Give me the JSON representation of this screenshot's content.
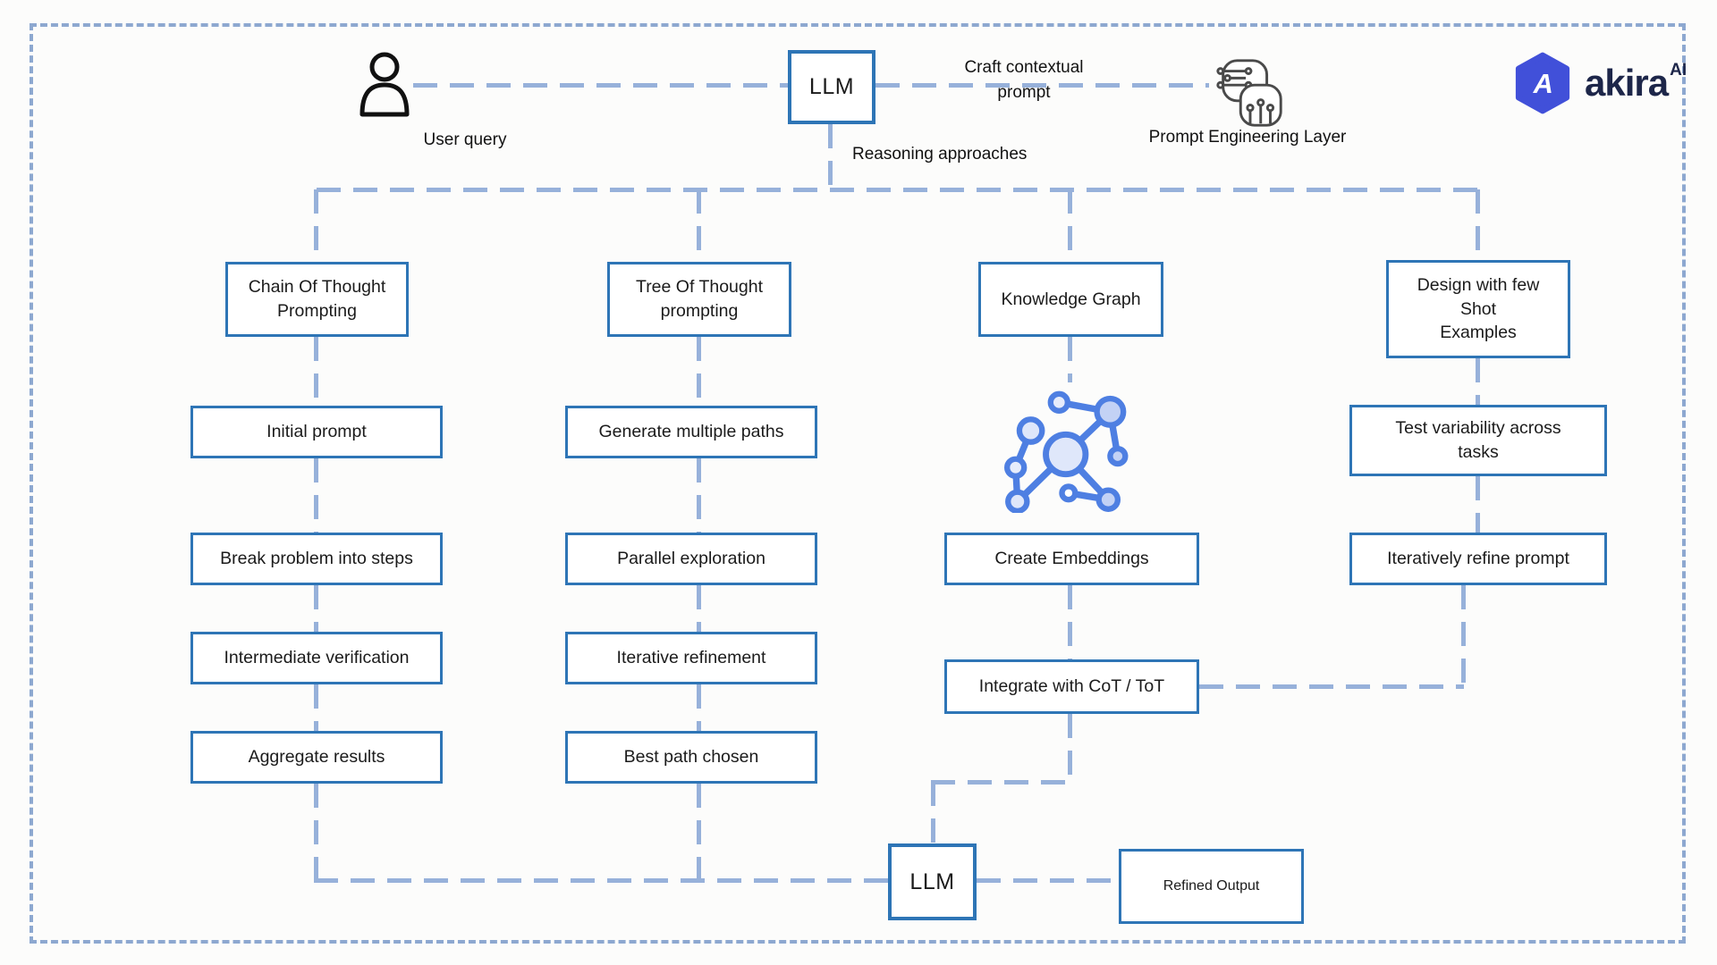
{
  "brand": {
    "name": "akira",
    "superscript": "AI"
  },
  "top": {
    "user_label": "User query",
    "llm_label": "LLM",
    "craft_label": "Craft contextual\nprompt",
    "prompt_layer_label": "Prompt Engineering Layer",
    "reasoning_label": "Reasoning  approaches"
  },
  "columns": [
    {
      "header": "Chain Of Thought\nPrompting",
      "items": [
        "Initial prompt",
        "Break problem into steps",
        "Intermediate verification",
        "Aggregate results"
      ]
    },
    {
      "header": "Tree Of Thought\nprompting",
      "items": [
        "Generate multiple paths",
        "Parallel exploration",
        "Iterative refinement",
        "Best path chosen"
      ]
    },
    {
      "header": "Knowledge Graph",
      "items": [
        "Create Embeddings",
        "Integrate with CoT / ToT"
      ]
    },
    {
      "header": "Design with few\nShot\nExamples",
      "items": [
        "Test variability across\ntasks",
        "Iteratively refine prompt"
      ]
    }
  ],
  "bottom": {
    "llm_label": "LLM",
    "refined_label": "Refined Output"
  },
  "icons": [
    "user-icon",
    "prompt-engineering-icon",
    "knowledge-graph-icon",
    "akira-logo-hexagon"
  ],
  "colors": {
    "box_border": "#2e75b6",
    "connector": "#97b1da",
    "outer_frame": "#8da8d0",
    "graph_icon_stroke": "#4e7fe2",
    "graph_icon_fill": "#dce5f8",
    "logo_hexagon": "#4150d9",
    "logo_text": "#1d2649"
  }
}
